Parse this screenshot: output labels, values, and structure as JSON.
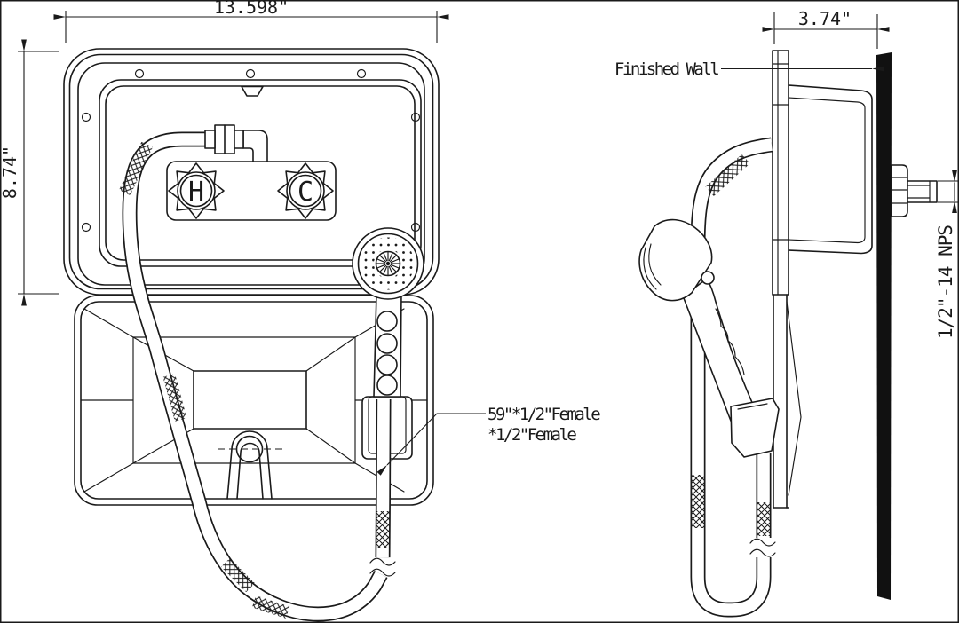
{
  "front_view": {
    "width_dimension": "13.598\"",
    "height_dimension": "8.74\"",
    "hot_knob_label": "H",
    "cold_knob_label": "C",
    "hose_note_line1": "59\"*1/2\"Female",
    "hose_note_line2": "*1/2\"Female"
  },
  "side_view": {
    "depth_dimension": "3.74\"",
    "finished_wall_label": "Finished Wall",
    "thread_spec_label": "1/2\"-14 NPS"
  },
  "colors": {
    "line": "#1a1a1a",
    "wall_fill": "#111111",
    "background": "#ffffff"
  }
}
